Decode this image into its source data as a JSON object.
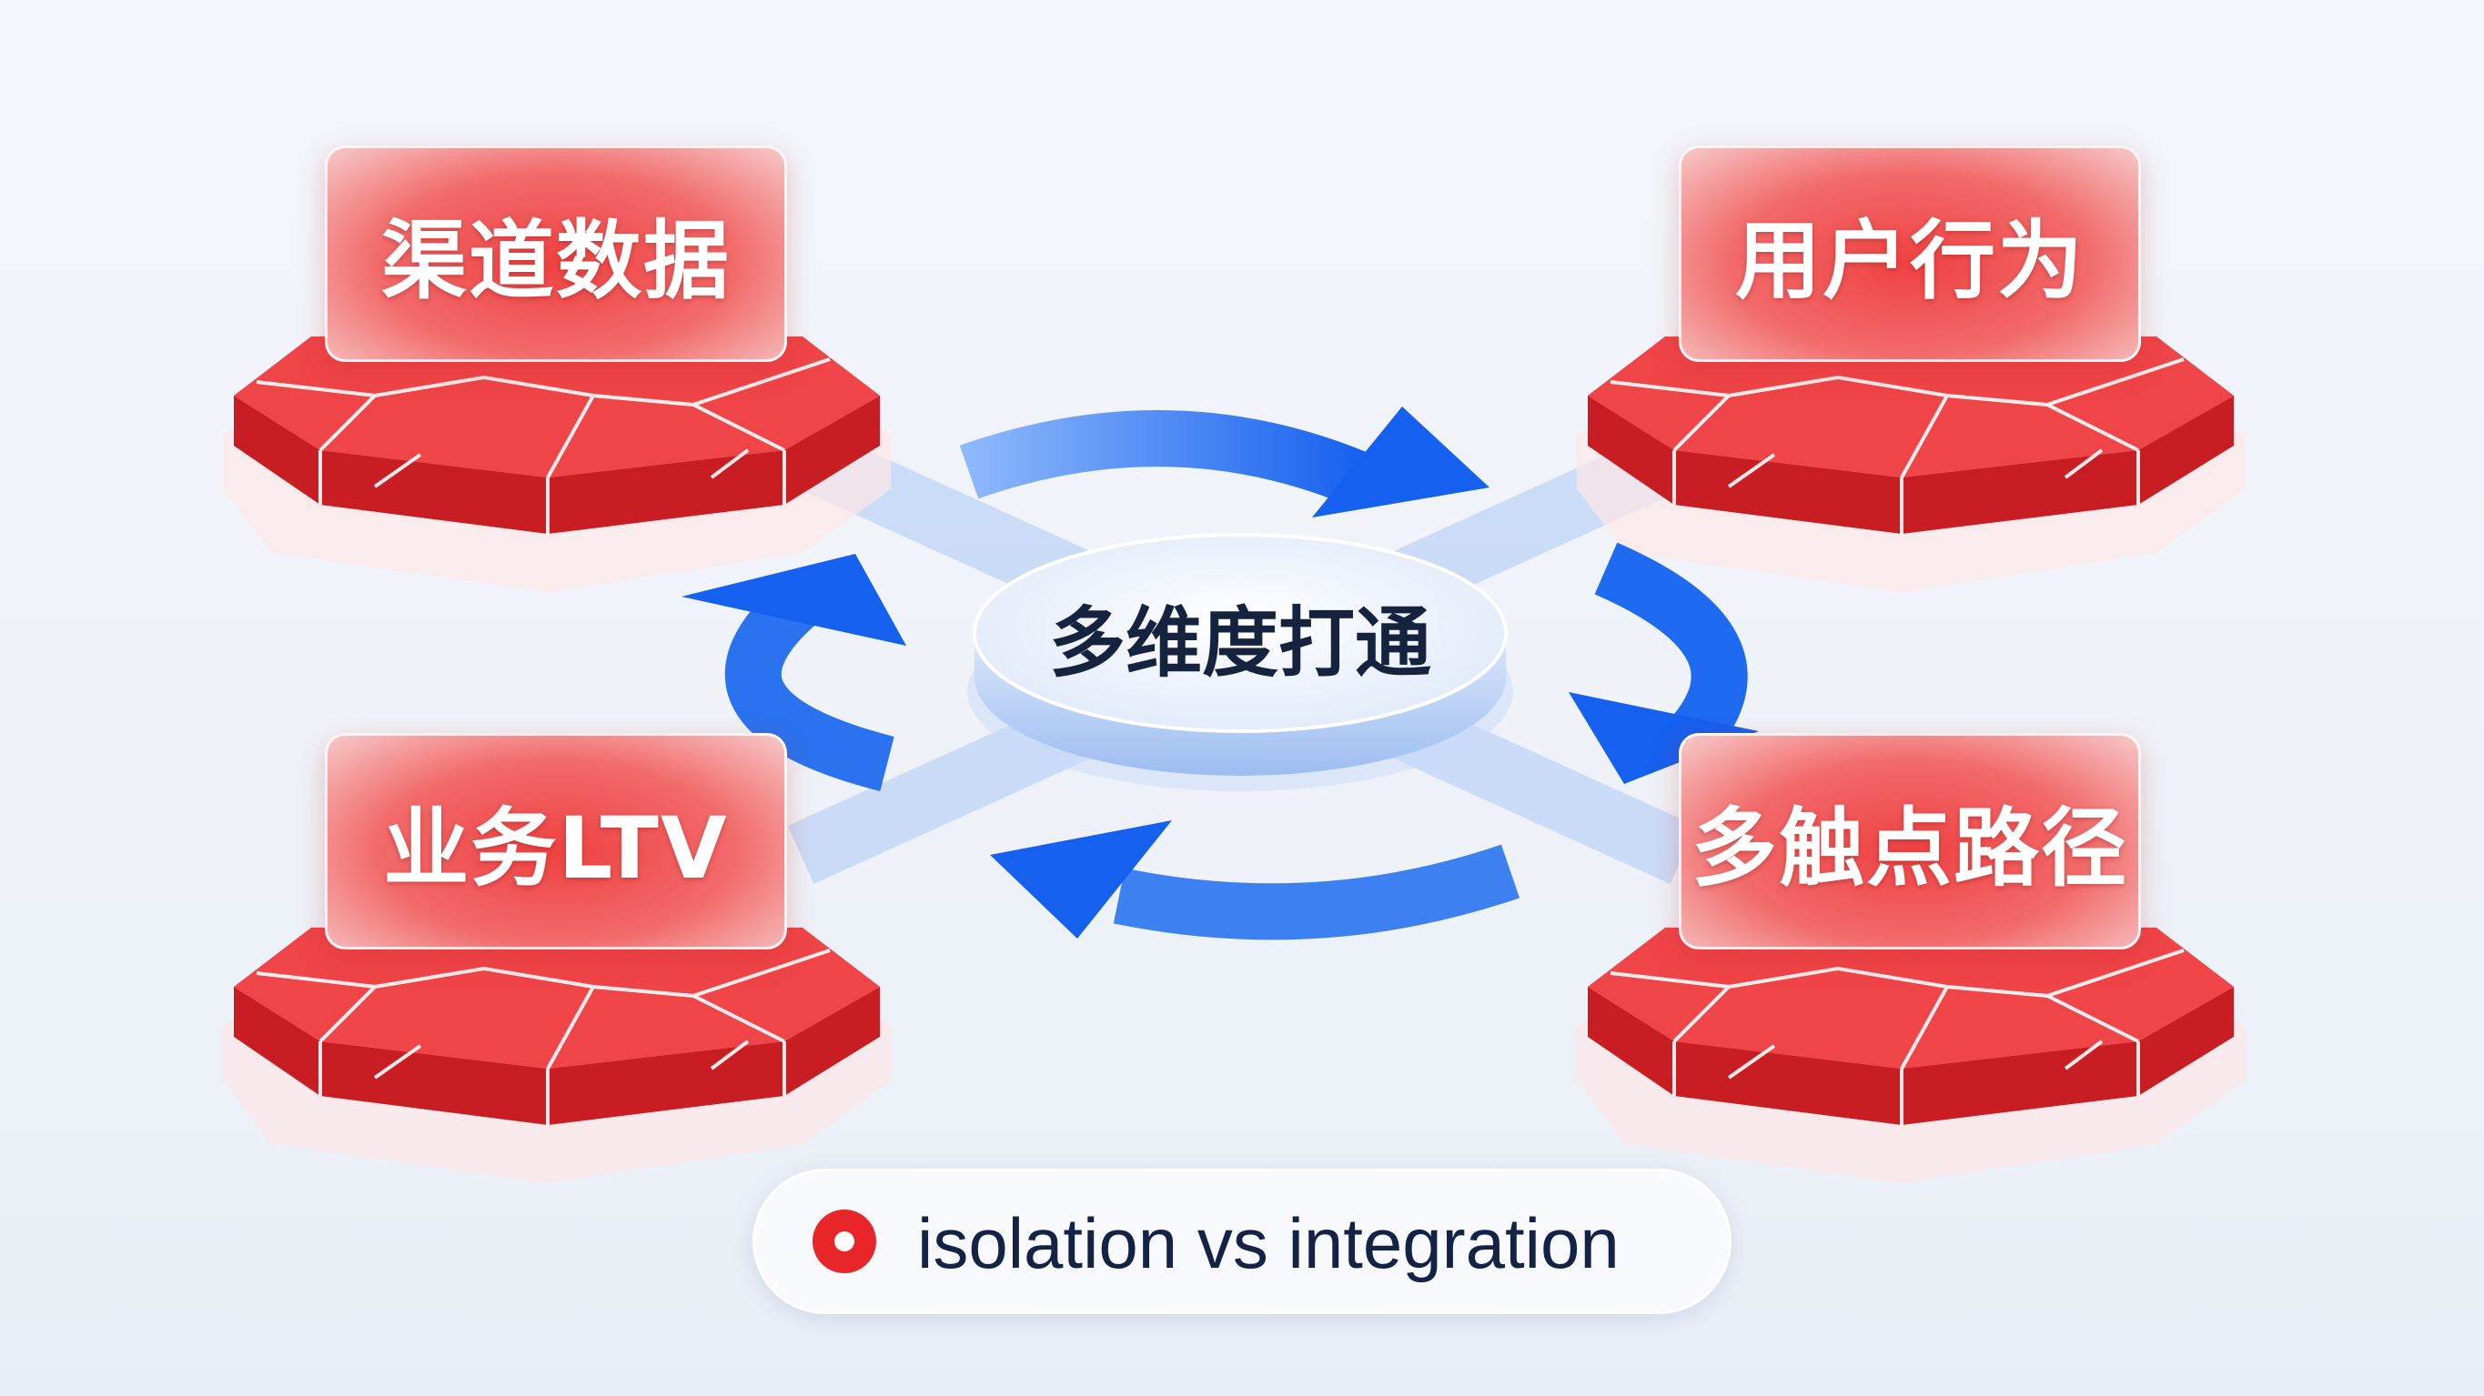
{
  "nodes": {
    "top_left": "渠道数据",
    "top_right": "用户行为",
    "bottom_left": "业务LTV",
    "bottom_right": "多触点路径"
  },
  "center": "多维度打通",
  "legend": {
    "icon": "red-ring-icon",
    "text": "isolation vs integration"
  },
  "colors": {
    "node_red": "#e8262a",
    "arrow_blue": "#1e6af0",
    "text_dark": "#16233f"
  }
}
